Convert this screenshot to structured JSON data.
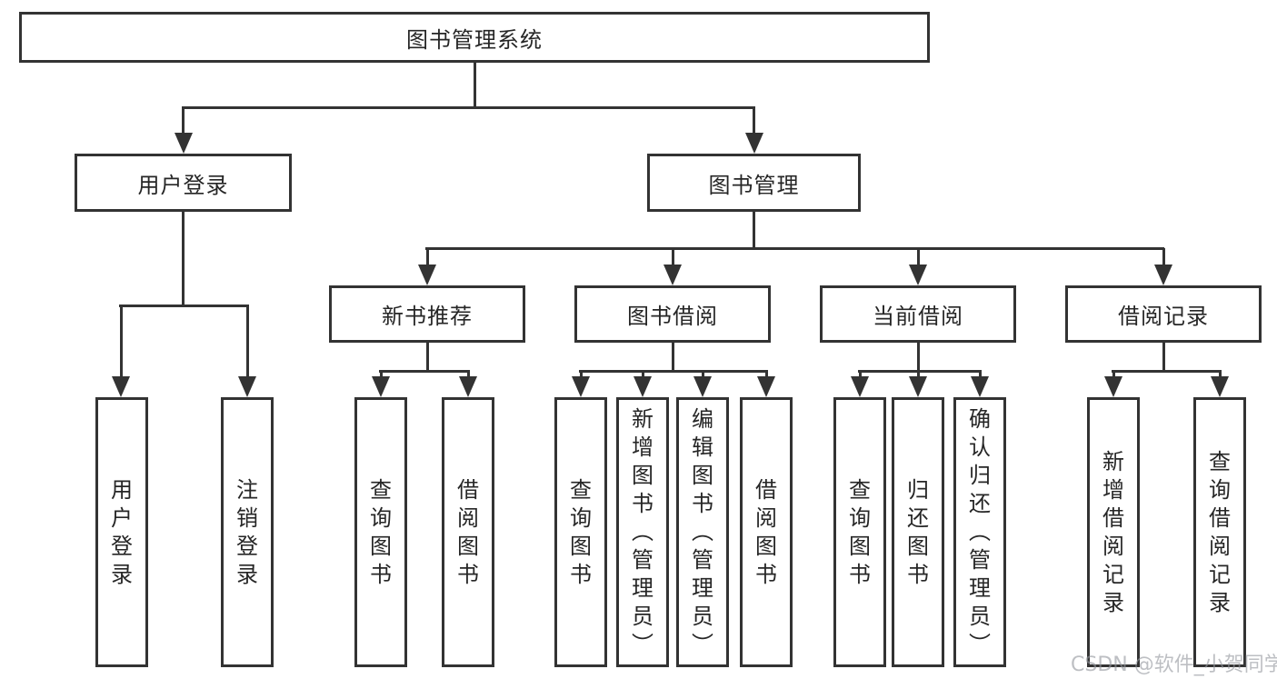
{
  "tree": {
    "label": "图书管理系统",
    "children": [
      {
        "label": "用户登录",
        "children": [
          {
            "label": "用户登录"
          },
          {
            "label": "注销登录"
          }
        ]
      },
      {
        "label": "图书管理",
        "children": [
          {
            "label": "新书推荐",
            "children": [
              {
                "label": "查询图书"
              },
              {
                "label": "借阅图书"
              }
            ]
          },
          {
            "label": "图书借阅",
            "children": [
              {
                "label": "查询图书"
              },
              {
                "label": "新增图书（管理员）"
              },
              {
                "label": "编辑图书（管理员）"
              },
              {
                "label": "借阅图书"
              }
            ]
          },
          {
            "label": "当前借阅",
            "children": [
              {
                "label": "查询图书"
              },
              {
                "label": "归还图书"
              },
              {
                "label": "确认归还（管理员）"
              }
            ]
          },
          {
            "label": "借阅记录",
            "children": [
              {
                "label": "新增借阅记录"
              },
              {
                "label": "查询借阅记录"
              }
            ]
          }
        ]
      }
    ]
  },
  "watermark": {
    "text": "CSDN @软件_小贺同学"
  },
  "colors": {
    "line": "#333333",
    "box_border": "#333333",
    "text": "#262626",
    "background": "#ffffff",
    "watermark": "#9aa0a6"
  }
}
